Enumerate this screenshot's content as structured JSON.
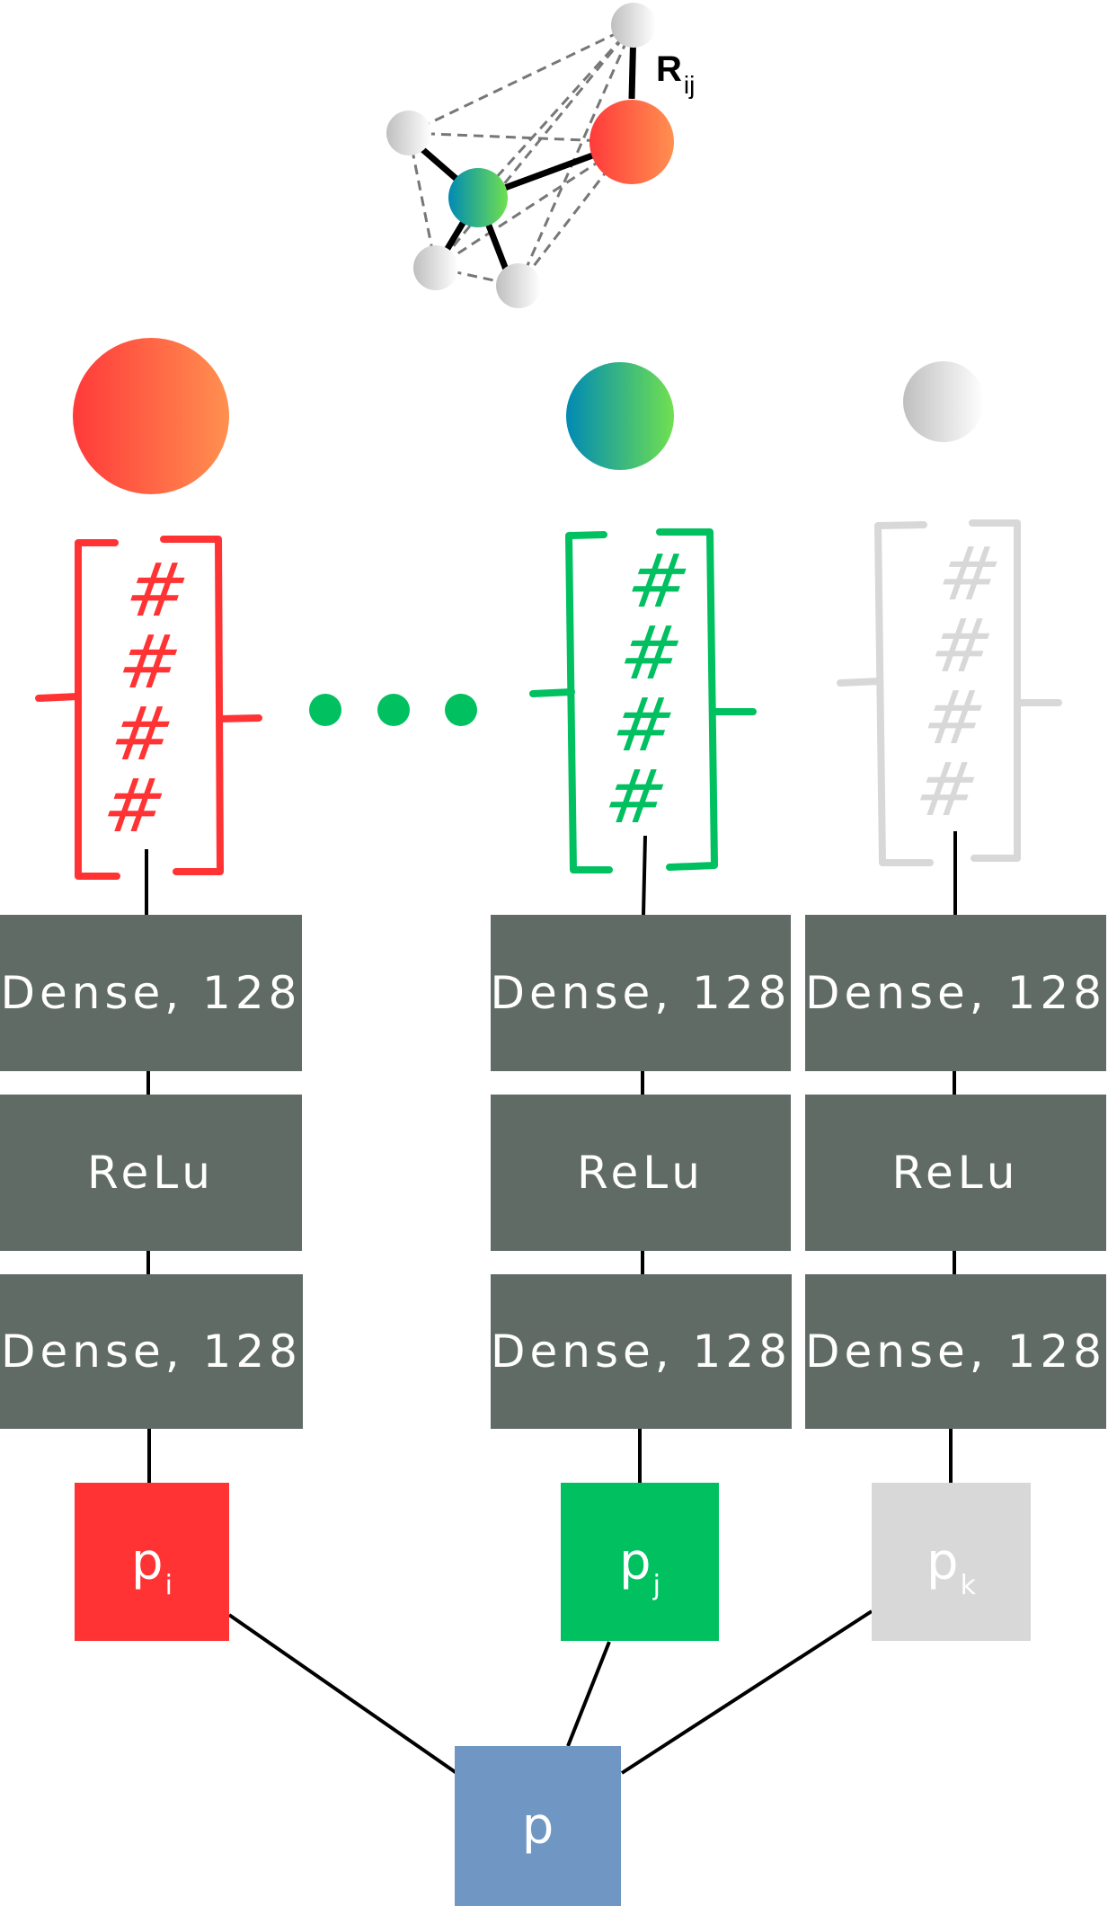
{
  "molecule": {
    "distance_label": "R",
    "distance_sub": "ij"
  },
  "columns": [
    {
      "id": "i",
      "color": "#ff3333",
      "atom_gradient": [
        "#ff3a3a",
        "#ff9050"
      ],
      "hash_color": "#ff3333",
      "hashes": [
        "#",
        "#",
        "#",
        "#"
      ],
      "layers": [
        "Dense, 128",
        "ReLu",
        "Dense, 128"
      ],
      "output": {
        "label": "p",
        "sub": "i"
      }
    },
    {
      "id": "j",
      "color": "#00c060",
      "atom_gradient": [
        "#008ab4",
        "#70e050"
      ],
      "hash_color": "#00c060",
      "hashes": [
        "#",
        "#",
        "#",
        "#"
      ],
      "layers": [
        "Dense, 128",
        "ReLu",
        "Dense, 128"
      ],
      "output": {
        "label": "p",
        "sub": "j"
      }
    },
    {
      "id": "k",
      "color": "#d8d8d8",
      "atom_gradient": [
        "#c4c4c4",
        "#ffffff"
      ],
      "hash_color": "#d8d8d8",
      "hashes": [
        "#",
        "#",
        "#",
        "#"
      ],
      "layers": [
        "Dense, 128",
        "ReLu",
        "Dense, 128"
      ],
      "output": {
        "label": "p",
        "sub": "k"
      }
    }
  ],
  "ellipsis_color": "#00c060",
  "final_output": {
    "label": "p",
    "color": "#7096c4"
  },
  "layer_box_color": "#606b66"
}
